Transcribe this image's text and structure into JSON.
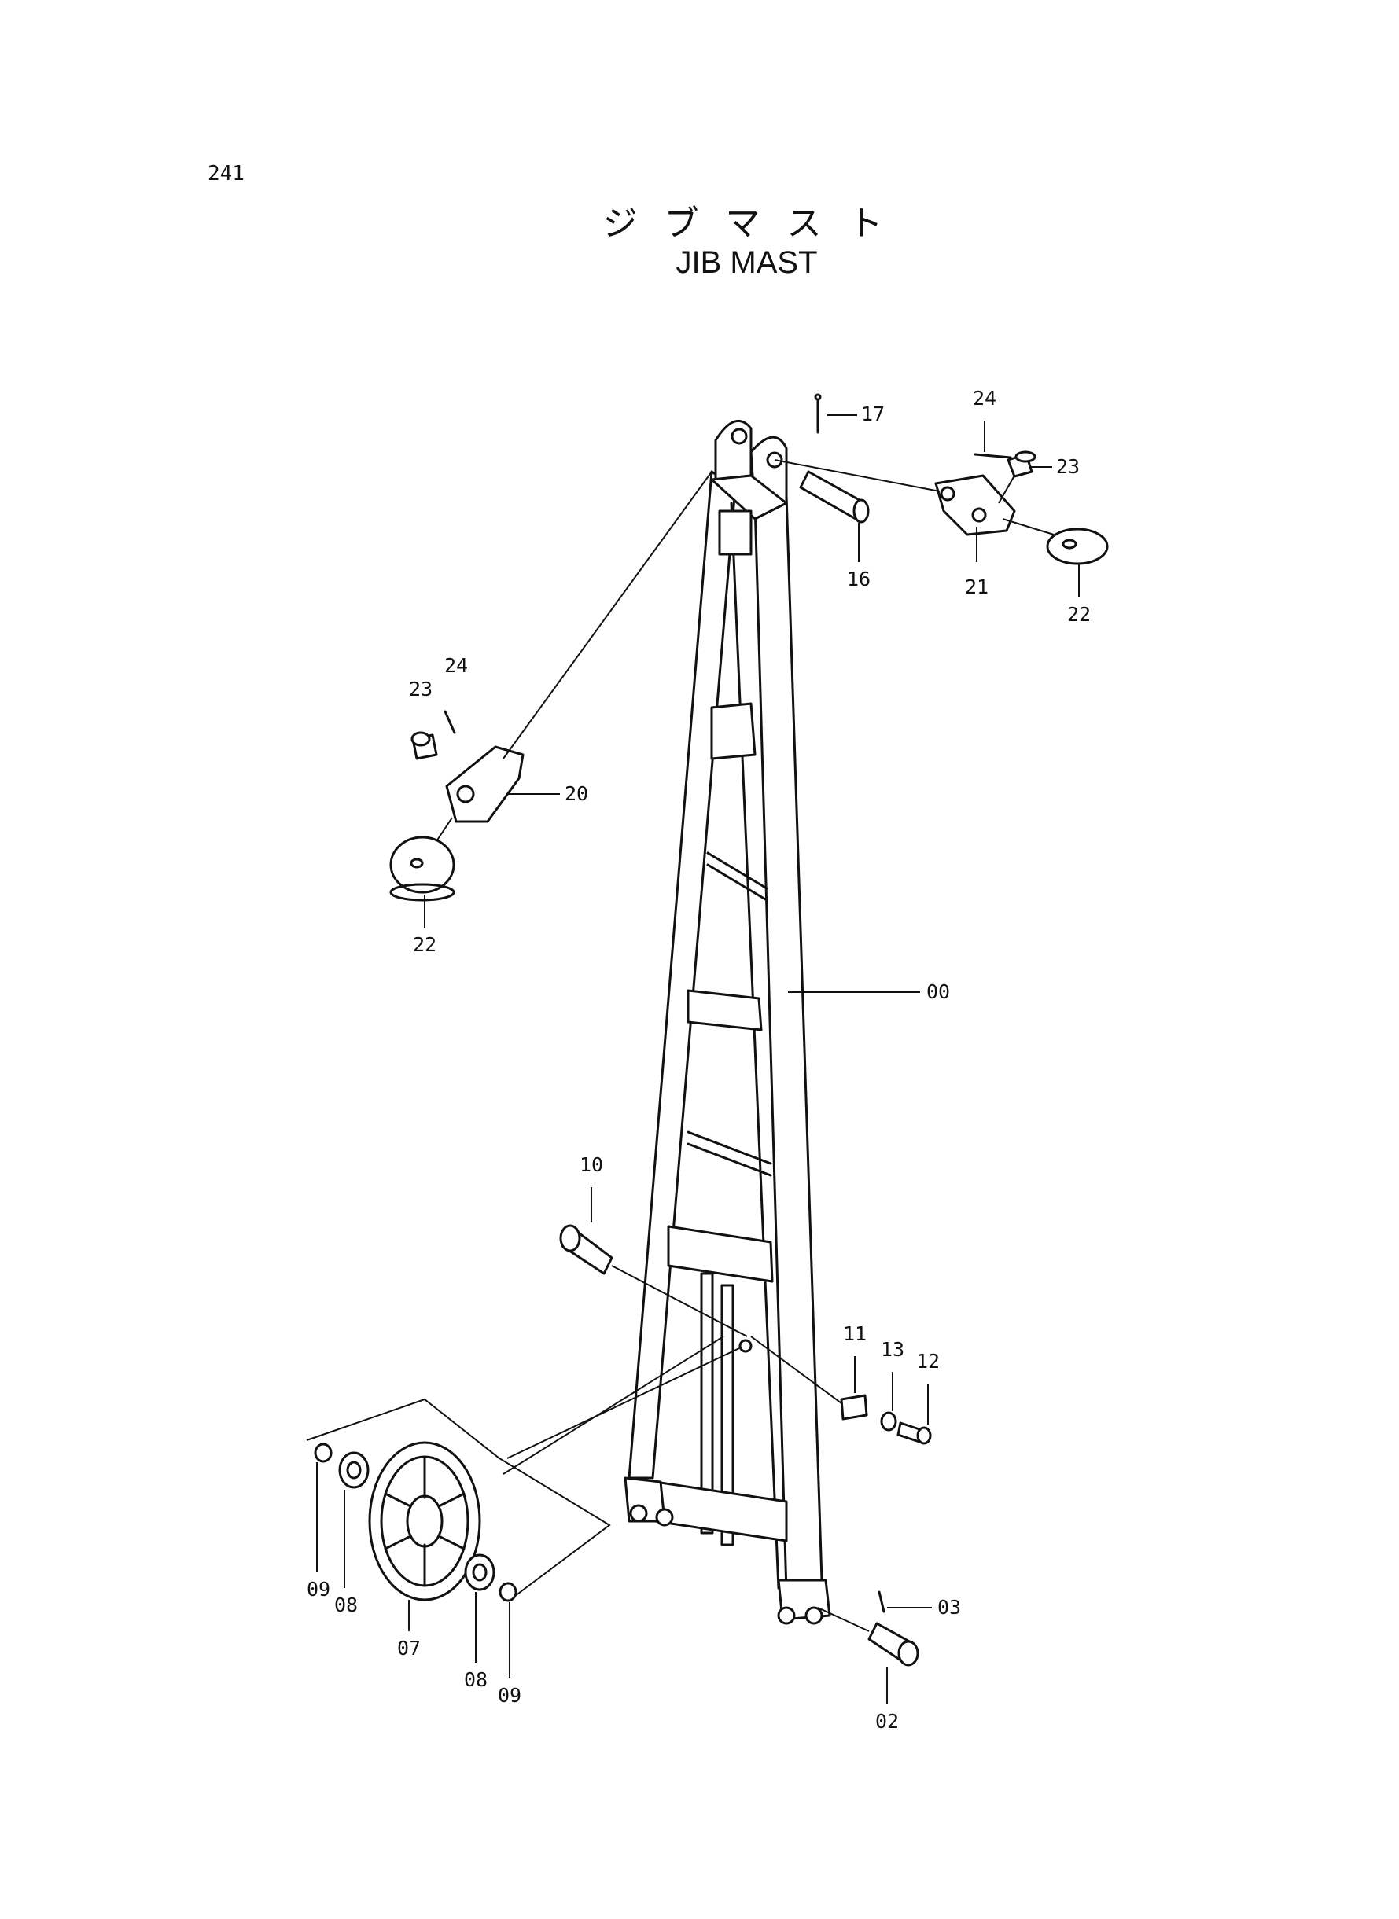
{
  "page_number": "241",
  "title_jp": "ジ ブ マ ス ト",
  "title_en": "JIB MAST",
  "callouts": {
    "c00": "00",
    "c02": "02",
    "c03": "03",
    "c07": "07",
    "c08a": "08",
    "c08b": "08",
    "c09a": "09",
    "c09b": "09",
    "c10": "10",
    "c11": "11",
    "c12": "12",
    "c13": "13",
    "c16": "16",
    "c17": "17",
    "c20": "20",
    "c21": "21",
    "c22a": "22",
    "c22b": "22",
    "c23a": "23",
    "c23b": "23",
    "c24a": "24",
    "c24b": "24"
  }
}
